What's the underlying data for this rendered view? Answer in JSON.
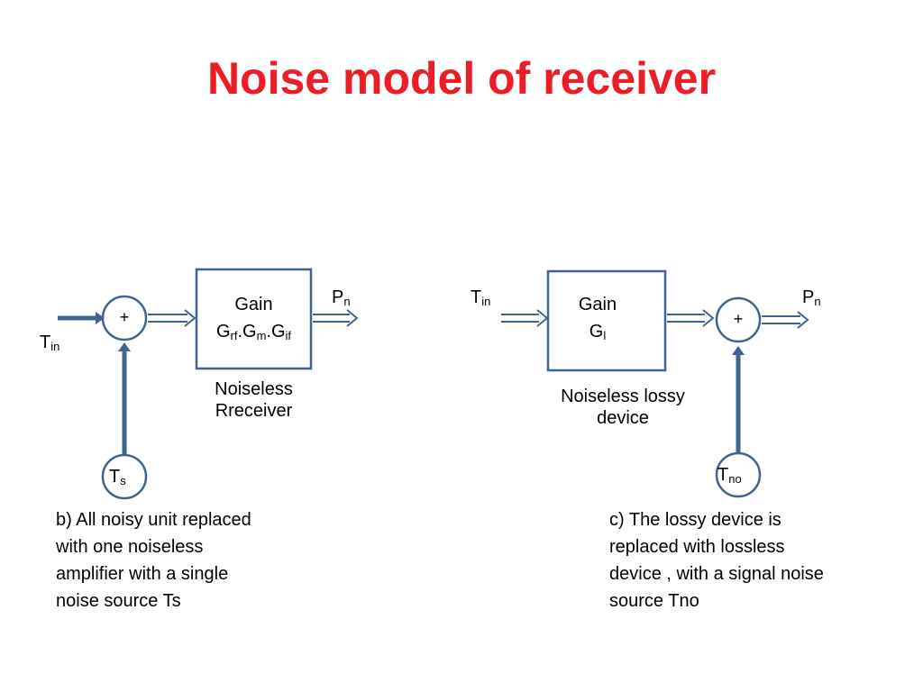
{
  "title": "Noise model of receiver",
  "diagram_b": {
    "input_T": "T",
    "input_T_sub": "in",
    "summer_symbol": "+",
    "block_line1": "Gain",
    "gain_G1": "G",
    "gain_G1_sub": "rf",
    "gain_dot1": ".",
    "gain_G2": "G",
    "gain_G2_sub": "m",
    "gain_dot2": ".",
    "gain_G3": "G",
    "gain_G3_sub": "if",
    "output_P": "P",
    "output_P_sub": "n",
    "block_caption_line1": "Noiseless",
    "block_caption_line2": "Rreceiver",
    "source_T": "T",
    "source_T_sub": "s",
    "caption_lines": [
      "b) All noisy unit replaced",
      "with one noiseless",
      "amplifier  with a single",
      "noise source Ts"
    ]
  },
  "diagram_c": {
    "input_T": "T",
    "input_T_sub": "in",
    "block_line1": "Gain",
    "gain_G": "G",
    "gain_G_sub": "l",
    "block_caption_line1": "Noiseless lossy",
    "block_caption_line2": "device",
    "summer_symbol": "+",
    "output_P": "P",
    "output_P_sub": "n",
    "source_T": "T",
    "source_T_sub": "no",
    "caption_lines": [
      "c) The lossy device is",
      "replaced with lossless",
      "device , with a signal noise",
      "source Tno"
    ]
  },
  "colors": {
    "title": "#ee1c25",
    "stroke": "#41648f"
  }
}
